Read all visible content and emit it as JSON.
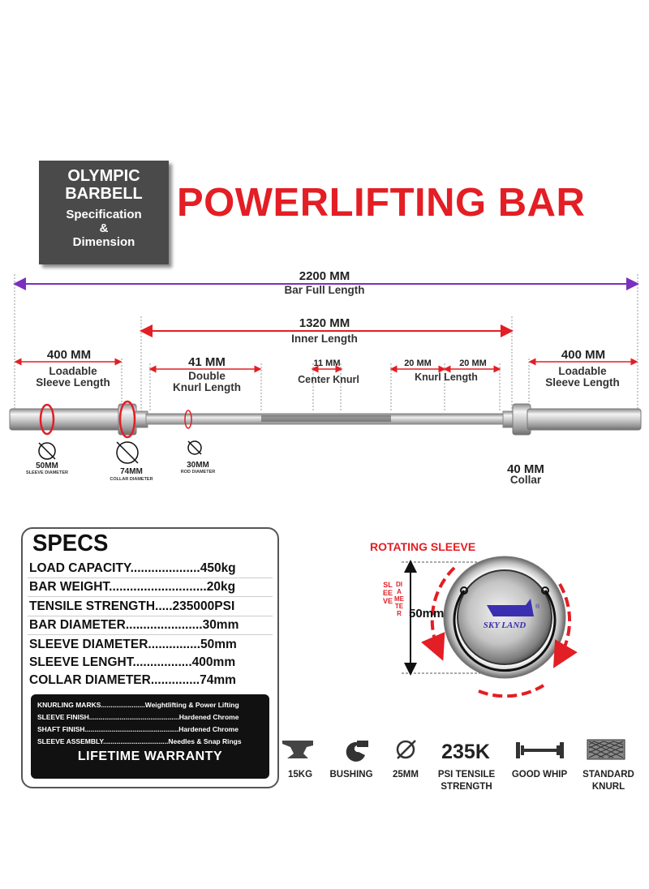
{
  "header": {
    "line1": "OLYMPIC",
    "line2": "BARBELL",
    "line3": "Specification",
    "line4": "&",
    "line5": "Dimension",
    "title": "POWERLIFTING BAR"
  },
  "dimensions": {
    "full_value": "2200 MM",
    "full_label": "Bar Full Length",
    "inner_value": "1320 MM",
    "inner_label": "Inner Length",
    "left_sleeve_value": "400 MM",
    "left_sleeve_label1": "Loadable",
    "left_sleeve_label2": "Sleeve Length",
    "right_sleeve_value": "400 MM",
    "right_sleeve_label1": "Loadable",
    "right_sleeve_label2": "Sleeve Length",
    "double_knurl_value": "41 MM",
    "double_knurl_label1": "Double",
    "double_knurl_label2": "Knurl Length",
    "center_knurl_value": "11 MM",
    "center_knurl_label": "Center Knurl",
    "knurl_a_value": "20 MM",
    "knurl_b_value": "20 MM",
    "knurl_label": "Knurl Length",
    "collar_value": "40 MM",
    "collar_label": "Collar"
  },
  "diameters": {
    "sleeve_value": "50MM",
    "sleeve_caption": "SLEEVE DIAMETER",
    "collar_value": "74MM",
    "collar_caption": "COLLAR DIAMETER",
    "rod_value": "30MM",
    "rod_caption": "ROD DIAMETER"
  },
  "specs": {
    "title": "SPECS",
    "rows": [
      "LOAD CAPACITY....................450kg",
      "BAR WEIGHT............................20kg",
      "TENSILE STRENGTH.....235000PSI",
      "BAR DIAMETER......................30mm",
      "SLEEVE DIAMETER...............50mm",
      "SLEEVE LENGHT.................400mm",
      "COLLAR DIAMETER..............74mm"
    ],
    "details": [
      "KNURLING MARKS.......................Weightlifting & Power Lifting",
      "SLEEVE FINISH...............................................Hardened Chrome",
      "SHAFT FINISH.................................................Hardened Chrome",
      "SLEEVE ASSEMBLY..................................Needles & Snap Rings"
    ],
    "warranty": "LIFETIME  WARRANTY"
  },
  "rotating": {
    "title": "ROTATING SLEEVE",
    "side_label": "SLEEVE",
    "side_label2": "DIAMETER",
    "size": "50mm",
    "brand": "SKY LAND",
    "mark": "®"
  },
  "features": [
    {
      "icon": "anvil-icon",
      "label1": "15KG",
      "label2": ""
    },
    {
      "icon": "bushing-icon",
      "label1": "BUSHING",
      "label2": ""
    },
    {
      "icon": "diameter-icon",
      "label1": "25MM",
      "label2": ""
    },
    {
      "icon": "tensile-text-icon",
      "label1": "PSI TENSILE",
      "label2": "STRENGTH",
      "big": "235K"
    },
    {
      "icon": "barbell-icon",
      "label1": "GOOD WHIP",
      "label2": ""
    },
    {
      "icon": "knurl-icon",
      "label1": "STANDARD",
      "label2": "KNURL"
    }
  ],
  "colors": {
    "accent_red": "#e31e24",
    "dimension_purple": "#7b2fbe",
    "panel_dark": "#4a4a4a"
  }
}
